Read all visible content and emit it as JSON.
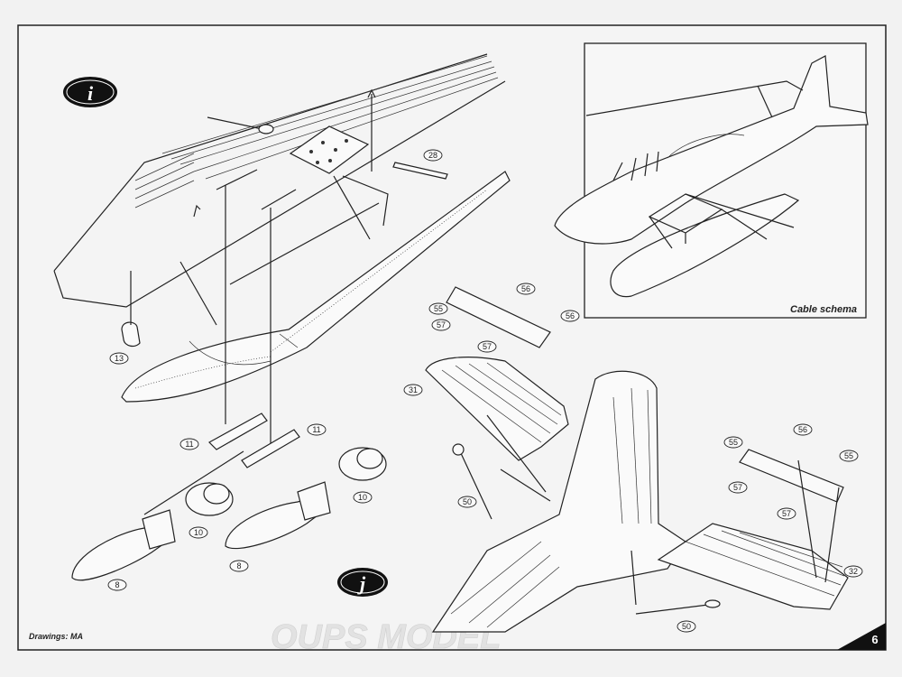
{
  "inset": {
    "caption": "Cable schema"
  },
  "credit": {
    "text": "Drawings: MA"
  },
  "page": {
    "number": "6"
  },
  "markers": {
    "top_left": "i",
    "bottom": "j"
  },
  "watermark": {
    "text": "OUPS MODEL"
  },
  "callouts": [
    {
      "id": "c28",
      "num": "28"
    },
    {
      "id": "c13",
      "num": "13"
    },
    {
      "id": "c11a",
      "num": "11"
    },
    {
      "id": "c11b",
      "num": "11"
    },
    {
      "id": "c10a",
      "num": "10"
    },
    {
      "id": "c10b",
      "num": "10"
    },
    {
      "id": "c8a",
      "num": "8"
    },
    {
      "id": "c8b",
      "num": "8"
    },
    {
      "id": "c55a",
      "num": "55"
    },
    {
      "id": "c56a",
      "num": "56"
    },
    {
      "id": "c56b",
      "num": "56"
    },
    {
      "id": "c57a",
      "num": "57"
    },
    {
      "id": "c57b",
      "num": "57"
    },
    {
      "id": "c31",
      "num": "31"
    },
    {
      "id": "c50a",
      "num": "50"
    },
    {
      "id": "c50b",
      "num": "50"
    },
    {
      "id": "c56c",
      "num": "56"
    },
    {
      "id": "c55b",
      "num": "55"
    },
    {
      "id": "c55c",
      "num": "55"
    },
    {
      "id": "c57c",
      "num": "57"
    },
    {
      "id": "c57d",
      "num": "57"
    },
    {
      "id": "c32",
      "num": "32"
    }
  ]
}
